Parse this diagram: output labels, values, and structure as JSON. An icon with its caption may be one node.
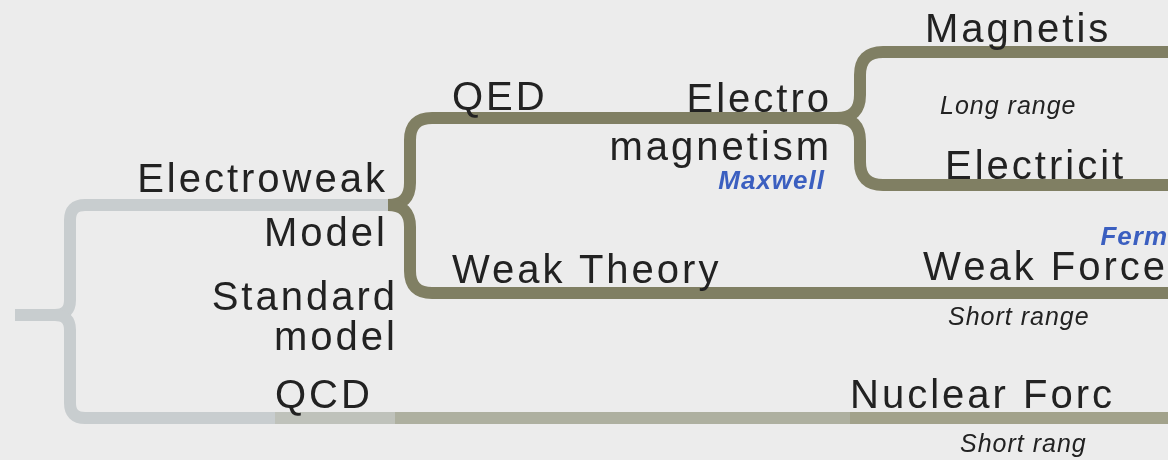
{
  "diagram": {
    "nodes": [
      {
        "text": [
          "Magnetis"
        ]
      },
      {
        "text": [
          "QED",
          "Electro magnetism",
          "Maxwell"
        ]
      },
      {
        "text": [
          "Electroweak",
          "Model"
        ]
      },
      {
        "text": [
          "Electricit"
        ]
      },
      {
        "text": [
          "Weak Theory"
        ]
      },
      {
        "text": [
          "Ferm",
          "Weak Force"
        ],
        "beside": [
          "Short range"
        ]
      },
      {
        "text": [],
        "shape": "bar"
      },
      {
        "text": [
          "QCD"
        ]
      },
      {
        "text": [
          "Nuclear Forc"
        ],
        "beside": [
          "Short rang"
        ]
      }
    ],
    "edges": [
      {
        "from": 6,
        "to": 2,
        "arrow": "none",
        "color": "#c8cdcf"
      },
      {
        "from": 6,
        "to": 7,
        "arrow": "none",
        "color": "#c8cdcf"
      },
      {
        "from": 7,
        "to": 8,
        "arrow": "none",
        "color": "#aeb0a0"
      },
      {
        "from": 2,
        "to": 1,
        "arrow": "none"
      },
      {
        "from": 2,
        "to": 4,
        "arrow": "none"
      },
      {
        "from": 4,
        "to": 5,
        "arrow": "none"
      },
      {
        "from": 1,
        "to": 0,
        "arrow": "none"
      },
      {
        "from": 1,
        "to": 3,
        "arrow": "none"
      }
    ],
    "labels": [
      "Long range",
      "Standard model"
    ]
  }
}
